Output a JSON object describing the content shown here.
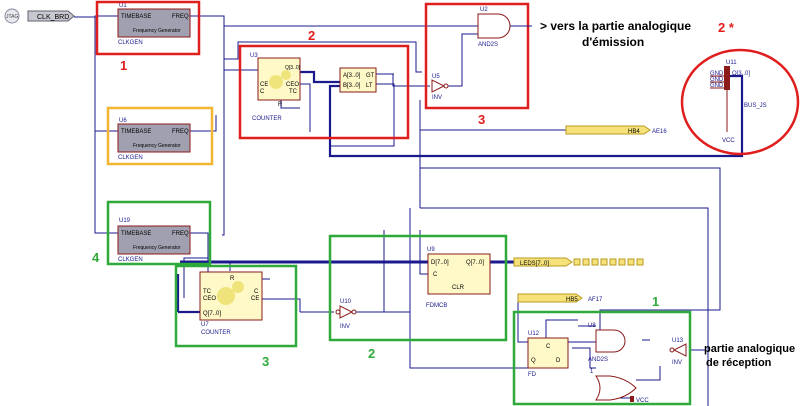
{
  "ports": {
    "clk_brd": "CLK_BRD",
    "hb4": "HB4",
    "hb4_pin": "AE16",
    "leds": "LEDS[7..0]",
    "hb5": "HB5",
    "hb5_pin": "AF17"
  },
  "components": {
    "u1": {
      "ref": "U1",
      "name": "CLKGEN",
      "in": "TIMEBASE",
      "out": "FREQ",
      "desc": "Frequency Generator"
    },
    "u6": {
      "ref": "U6",
      "name": "CLKGEN",
      "in": "TIMEBASE",
      "out": "FREQ",
      "desc": "Frequency Generator"
    },
    "u19": {
      "ref": "U19",
      "name": "CLKGEN",
      "in": "TIMEBASE",
      "out": "FREQ",
      "desc": "Frequency Generator"
    },
    "u3": {
      "ref": "U3",
      "name": "COUNTER",
      "ce": "CE",
      "c": "C",
      "q": "Q[3..0]",
      "ceo": "CEO",
      "tc": "TC",
      "r": "R"
    },
    "cmp": {
      "a": "A[3..0]",
      "b": "B[3..0]",
      "gt": "GT",
      "lt": "LT"
    },
    "u5": {
      "ref": "U5",
      "name": "INV"
    },
    "u2": {
      "ref": "U2",
      "name": "AND2S"
    },
    "u11": {
      "ref": "U11",
      "name": "BUS_JS",
      "gnd": "GND",
      "out": "O[3..0]",
      "vcc": "VCC"
    },
    "u7": {
      "ref": "U7",
      "name": "COUNTER",
      "tc": "TC",
      "ceo": "CEO",
      "q": "Q[7..0]",
      "c": "C",
      "ce": "CE",
      "r": "R"
    },
    "u10": {
      "ref": "U10",
      "name": "INV"
    },
    "u9": {
      "ref": "U9",
      "name": "FDMCB",
      "d": "D[7..0]",
      "q": "Q[7..0]",
      "c": "C",
      "clr": "CLR"
    },
    "u12": {
      "ref": "U12",
      "name": "FD",
      "c": "C",
      "q": "Q",
      "d": "D"
    },
    "u8": {
      "ref": "U8",
      "name": "AND2S"
    },
    "u13": {
      "ref": "U13",
      "name": "INV"
    },
    "u14": {
      "ref": "1"
    },
    "vcc_bottom": "VCC"
  },
  "annotations": {
    "a1": "1",
    "a2_top": "2",
    "a3_top": "3",
    "a2_star": "2 *",
    "a4": "4",
    "a3_bottom": "3",
    "a2_bottom": "2",
    "a1_bottom": "1",
    "emission_1": "> vers la partie analogique",
    "emission_2": "d'émission",
    "reception_1": "partie analogique",
    "reception_2": "de réception"
  },
  "colors": {
    "wire": "#1a1a8c",
    "component": "#8b1a1a",
    "red_box": "#e01e1e",
    "yellow_box": "#f2b632",
    "green_box": "#2faa3a",
    "port_fill": "#f6e27a",
    "clkgen_fill": "#a0a0b0"
  }
}
